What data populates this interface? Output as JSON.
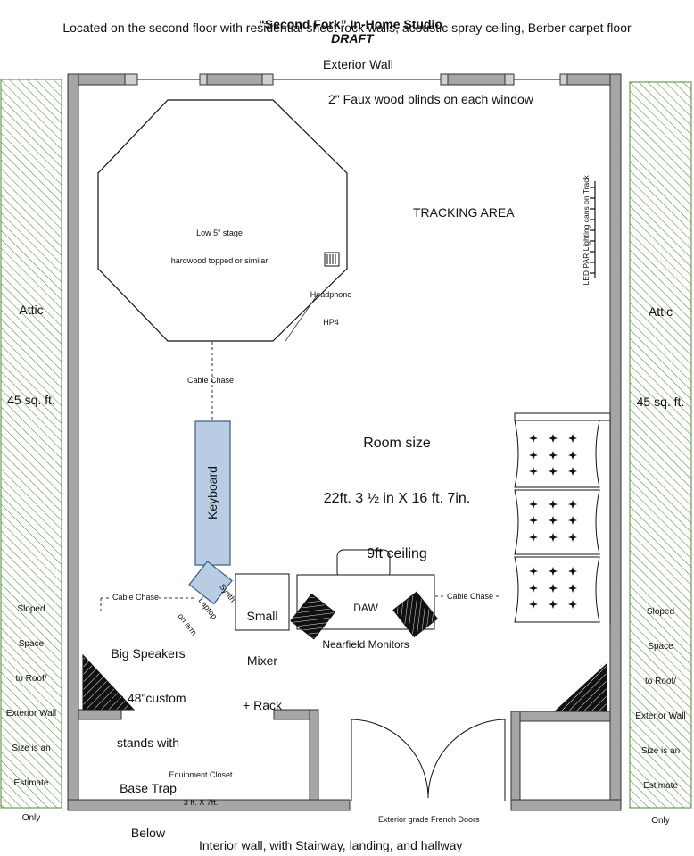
{
  "header": {
    "title_main": "“Second Fork” In-Home Studio",
    "title_draft": "DRAFT",
    "subtitle": "Located on the second floor with residential sheet rock walls, acoustic spray ceiling, Berber carpet floor"
  },
  "labels": {
    "exterior_wall": "Exterior Wall",
    "blinds": "2\" Faux wood blinds on each window",
    "stage_line1": "Low 5\" stage",
    "stage_line2": "hardwood topped or similar",
    "headphone_line1": "Headphone",
    "headphone_line2": "HP4",
    "tracking_area": "TRACKING AREA",
    "led_lighting": "LED PAR Lighting cans on Track",
    "cable_chase_top": "Cable Chase",
    "room_size_line1": "Room size",
    "room_size_line2": "22ft. 3 ½ in X 16 ft. 7in.",
    "room_size_line3": "9ft ceiling",
    "keyboard": "Keyboard",
    "synth_line1": "Synth",
    "synth_line2": "Laptop",
    "synth_line3": "on arm",
    "mixer_line1": "Small",
    "mixer_line2": "Mixer",
    "mixer_line3": "+ Rack",
    "daw_line1": "DAW",
    "daw_line2": "Nearfield Monitors",
    "cable_chase_left": "Cable Chase",
    "cable_chase_right": "Cable Chase",
    "speakers_line1": "Big Speakers",
    "speakers_line2": "on 48\"custom",
    "speakers_line3": "stands with",
    "speakers_line4": "Base Trap",
    "speakers_line5": "Below",
    "closet_line1": "Equipment Closet",
    "closet_line2": "3 ft. X 7ft.",
    "french_doors": "Exterior grade French Doors",
    "interior_wall": "Interior wall, with Stairway, landing, and hallway",
    "attic_left_line1": "Attic",
    "attic_left_line2": "45 sq. ft.",
    "attic_right_line1": "Attic",
    "attic_right_line2": "45 sq. ft.",
    "sloped_left": [
      "Sloped",
      "Space",
      "to Roof/",
      "Exterior Wall",
      "Size is an",
      "Estimate",
      "Only"
    ],
    "sloped_right": [
      "Sloped",
      "Space",
      "to Roof/",
      "Exterior Wall",
      "Size is an",
      "Estimate",
      "Only"
    ]
  },
  "colors": {
    "wall": "#a6a6a6",
    "wall_stroke": "#333333",
    "keyboard_fill": "#b8cce4",
    "keyboard_stroke": "#3b5a85",
    "attic_hatch": "#4e8a3a",
    "ink": "#111111"
  }
}
